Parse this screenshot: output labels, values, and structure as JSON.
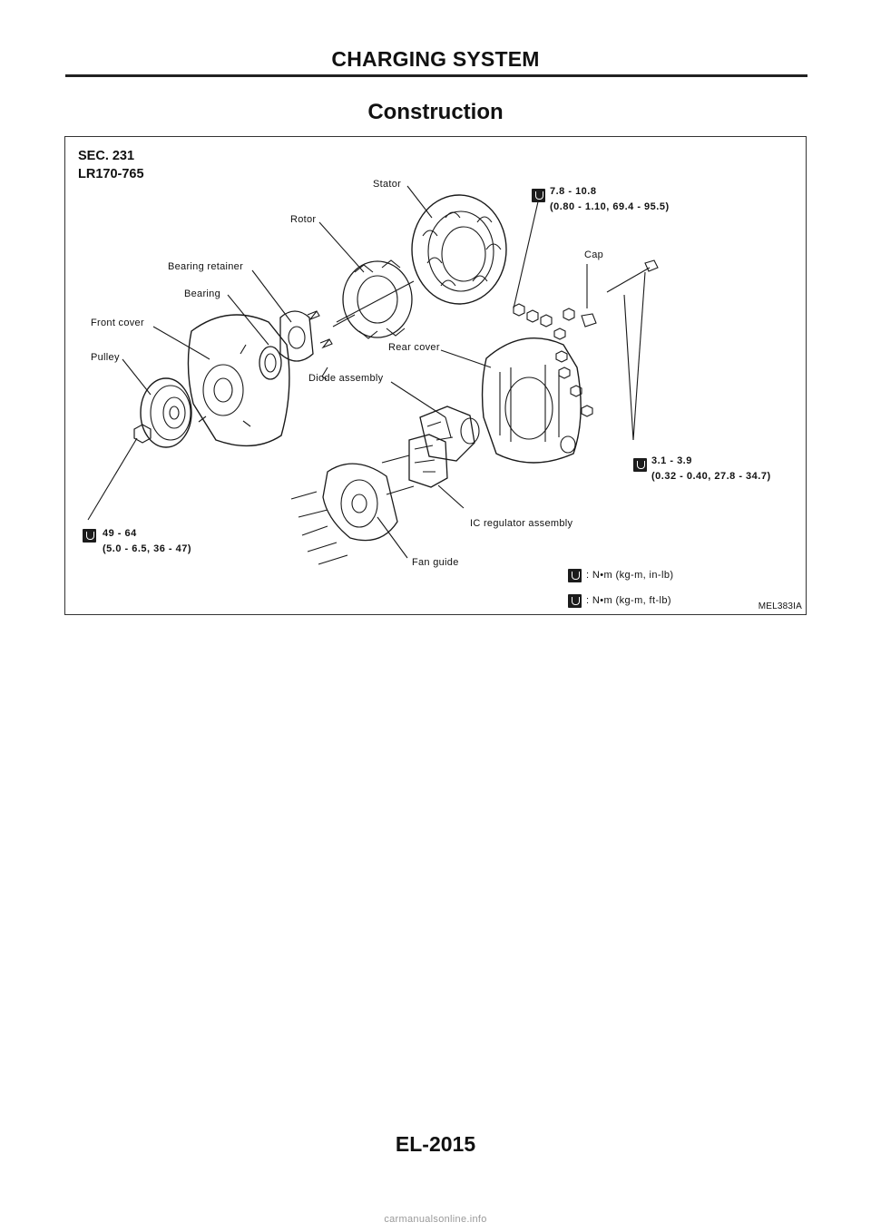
{
  "header": {
    "title": "CHARGING SYSTEM"
  },
  "section": {
    "title": "Construction"
  },
  "figure": {
    "sec": "SEC. 231",
    "model": "LR170-765",
    "figure_id": "MEL383IA",
    "labels": {
      "stator": "Stator",
      "rotor": "Rotor",
      "bearing_retainer": "Bearing retainer",
      "bearing": "Bearing",
      "front_cover": "Front cover",
      "pulley": "Pulley",
      "cap": "Cap",
      "rear_cover": "Rear cover",
      "diode_assembly": "Diode assembly",
      "ic_regulator": "IC regulator assembly",
      "fan_guide": "Fan guide"
    },
    "torque_specs": {
      "top_right": {
        "line1": "7.8 - 10.8",
        "line2": "(0.80 - 1.10, 69.4 - 95.5)"
      },
      "mid_right": {
        "line1": "3.1 - 3.9",
        "line2": "(0.32 - 0.40, 27.8 - 34.7)"
      },
      "bottom_left": {
        "line1": "49 - 64",
        "line2": "(5.0 - 6.5, 36 - 47)"
      }
    },
    "legend": {
      "in_lb": ": N•m (kg-m, in-lb)",
      "ft_lb": ": N•m (kg-m, ft-lb)"
    }
  },
  "footer": {
    "page_number": "EL-2015",
    "watermark": "carmanualsonline.info"
  }
}
